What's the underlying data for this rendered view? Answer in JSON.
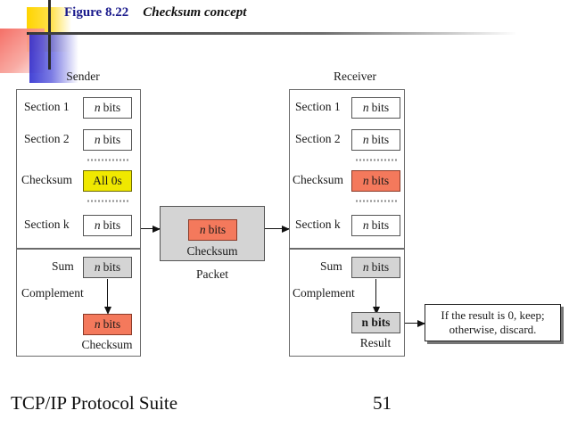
{
  "header": {
    "figure_number": "Figure 8.22",
    "figure_name": "Checksum concept"
  },
  "sender": {
    "title": "Sender",
    "rows": [
      {
        "label": "Section 1",
        "value_n": "n",
        "value_unit": "bits"
      },
      {
        "label": "Section 2",
        "value_n": "n",
        "value_unit": "bits"
      },
      {
        "label": "Checksum",
        "value_text": "All 0s"
      },
      {
        "label": "Section k",
        "value_n": "n",
        "value_unit": "bits"
      }
    ],
    "sum_label": "Sum",
    "sum_n": "n",
    "sum_unit": "bits",
    "complement_label": "Complement",
    "result_n": "n",
    "result_unit": "bits",
    "result_caption": "Checksum"
  },
  "packet": {
    "inner_n": "n",
    "inner_unit": "bits",
    "inner_caption": "Checksum",
    "caption": "Packet"
  },
  "receiver": {
    "title": "Receiver",
    "rows": [
      {
        "label": "Section 1",
        "value_n": "n",
        "value_unit": "bits"
      },
      {
        "label": "Section 2",
        "value_n": "n",
        "value_unit": "bits"
      },
      {
        "label": "Checksum",
        "value_n": "n",
        "value_unit": "bits"
      },
      {
        "label": "Section k",
        "value_n": "n",
        "value_unit": "bits"
      }
    ],
    "sum_label": "Sum",
    "sum_n": "n",
    "sum_unit": "bits",
    "complement_label": "Complement",
    "result_text": "n bits",
    "result_caption": "Result"
  },
  "callout": {
    "line1": "If the result is 0, keep;",
    "line2": "otherwise, discard."
  },
  "footer": {
    "title": "TCP/IP Protocol Suite",
    "page": "51"
  },
  "colors": {
    "figure_number": "#1a1a8c",
    "salmon": "#f4795c",
    "yellow": "#f0e800",
    "grey": "#d4d4d4",
    "border": "#555555"
  }
}
